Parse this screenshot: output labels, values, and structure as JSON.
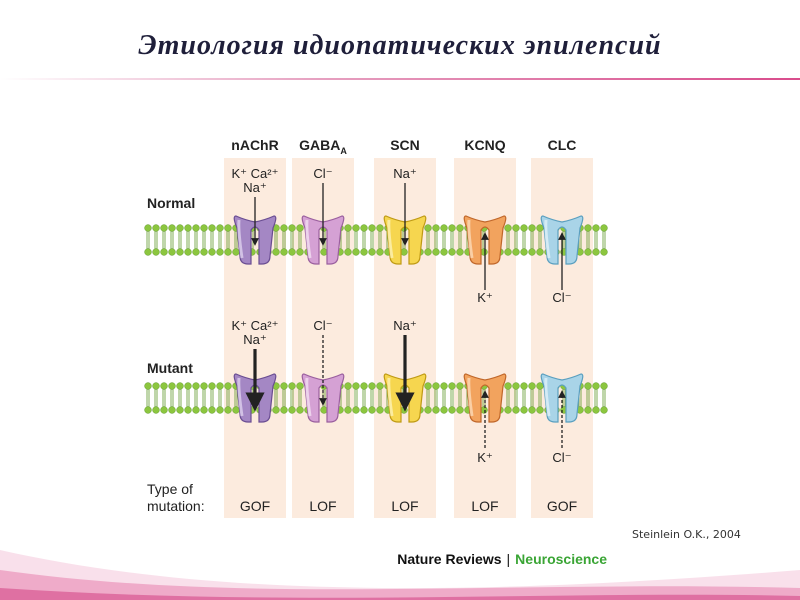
{
  "slide": {
    "title": "Этиология идиопатических эпилепсий",
    "citation": "Steinlein O.K., 2004"
  },
  "figure": {
    "channels": [
      {
        "name": "nAChR",
        "sub": "",
        "color": "#a487c4",
        "dark": "#6a4d92",
        "light": "#ddd0ee",
        "normal_ions": [
          "K⁺ Ca²⁺",
          "Na⁺"
        ],
        "normal_dir": "in",
        "mutant_ions": [
          "K⁺ Ca²⁺",
          "Na⁺"
        ],
        "mutant_dir": "in",
        "mutant_style": "bold",
        "mutation": "GOF"
      },
      {
        "name": "GABA",
        "sub": "A",
        "color": "#d5a1d4",
        "dark": "#9a5f9e",
        "light": "#f2dff1",
        "normal_ions": [
          "Cl⁻"
        ],
        "normal_dir": "in",
        "mutant_ions": [
          "Cl⁻"
        ],
        "mutant_dir": "in",
        "mutant_style": "dashed",
        "mutation": "LOF"
      },
      {
        "name": "SCN",
        "sub": "",
        "color": "#f6d64f",
        "dark": "#bf9a14",
        "light": "#fdf1b4",
        "normal_ions": [
          "Na⁺"
        ],
        "normal_dir": "in",
        "mutant_ions": [
          "Na⁺"
        ],
        "mutant_dir": "in",
        "mutant_style": "bold",
        "mutation": "LOF"
      },
      {
        "name": "KCNQ",
        "sub": "",
        "color": "#f2a35e",
        "dark": "#c0672a",
        "light": "#fbd9b6",
        "normal_ions": [
          "K⁺"
        ],
        "normal_dir": "out",
        "mutant_ions": [
          "K⁺"
        ],
        "mutant_dir": "out",
        "mutant_style": "dashed",
        "mutation": "LOF"
      },
      {
        "name": "CLC",
        "sub": "",
        "color": "#a9d4e8",
        "dark": "#5a9fbf",
        "light": "#dff0f8",
        "normal_ions": [
          "Cl⁻"
        ],
        "normal_dir": "out",
        "mutant_ions": [
          "Cl⁻"
        ],
        "mutant_dir": "out",
        "mutant_style": "dashed",
        "mutation": "GOF"
      }
    ],
    "row_labels": {
      "normal": "Normal",
      "mutant": "Mutant"
    },
    "mutation_label": [
      "Type of",
      "mutation:"
    ],
    "journal": {
      "left": "Nature Reviews",
      "sep": "|",
      "right": "Neuroscience"
    },
    "colors": {
      "membrane": "#8cc63f",
      "membrane_dark": "#5f9a2a",
      "column_bg": "#fbe8d8",
      "journal_green": "#3aa535"
    }
  }
}
